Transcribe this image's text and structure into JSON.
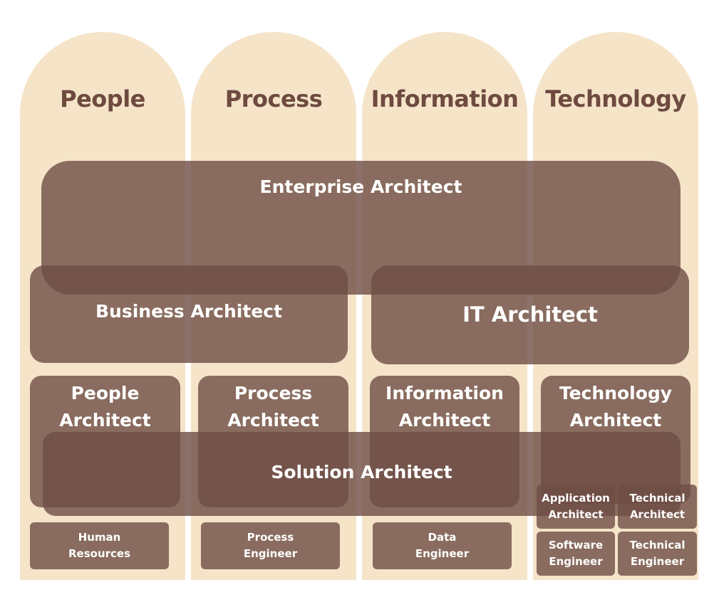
{
  "columns": [
    "People",
    "Process",
    "Information",
    "Technology"
  ],
  "roles": {
    "enterprise": "Enterprise Architect",
    "business": "Business Architect",
    "it": "IT Architect",
    "solution": "Solution Architect",
    "people_architect": [
      "People",
      "Architect"
    ],
    "process_architect": [
      "Process",
      "Architect"
    ],
    "information_architect": [
      "Information",
      "Architect"
    ],
    "technology_architect": [
      "Technology",
      "Architect"
    ],
    "human_resources": [
      "Human",
      "Resources"
    ],
    "process_engineer": [
      "Process",
      "Engineer"
    ],
    "data_engineer": [
      "Data",
      "Engineer"
    ],
    "application_architect": [
      "Application",
      "Architect"
    ],
    "technical_architect": [
      "Technical",
      "Architect"
    ],
    "software_engineer": [
      "Software",
      "Engineer"
    ],
    "technical_engineer": [
      "Technical",
      "Engineer"
    ]
  },
  "colors": {
    "column_bg": "#F5E4C8",
    "box": "#896B5F",
    "header_text": "#6E4A40"
  }
}
